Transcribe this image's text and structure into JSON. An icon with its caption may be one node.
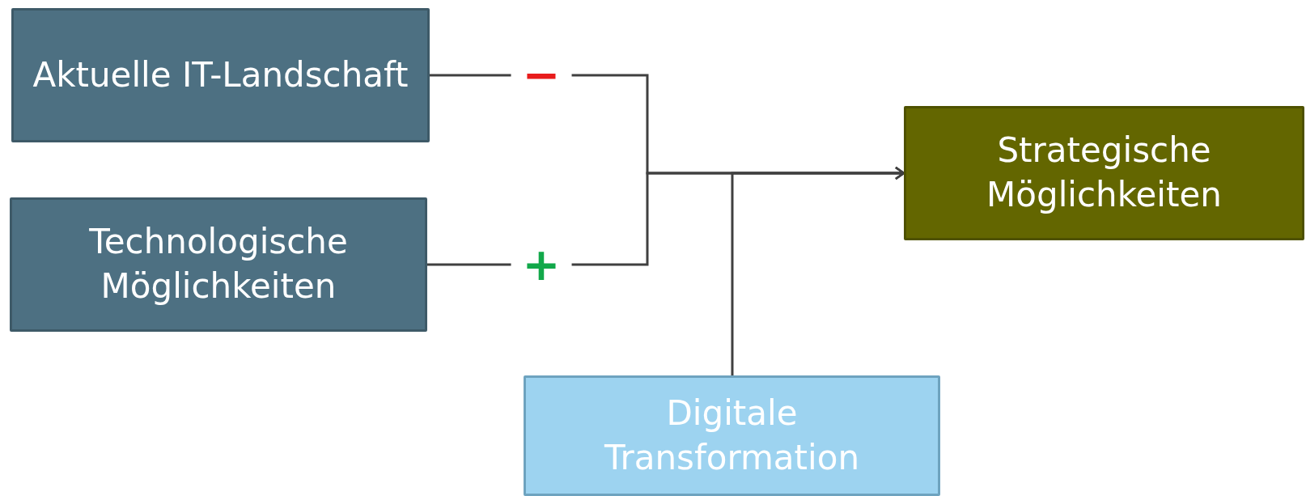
{
  "diagram": {
    "nodes": [
      {
        "text": [
          "Aktuelle IT-Landschaft"
        ]
      },
      {
        "text": [
          "Technologische Möglichkeiten"
        ]
      },
      {
        "text": [
          "Strategische Möglichkeiten"
        ]
      },
      {
        "text": [
          "Digitale Transformation"
        ]
      }
    ],
    "edges": [
      {
        "from": 0,
        "to": 2,
        "arrow": "to",
        "label": "−"
      },
      {
        "from": 1,
        "to": 2,
        "arrow": "to",
        "label": "+"
      },
      {
        "from": 3,
        "to": 2,
        "arrow": "to"
      }
    ]
  }
}
